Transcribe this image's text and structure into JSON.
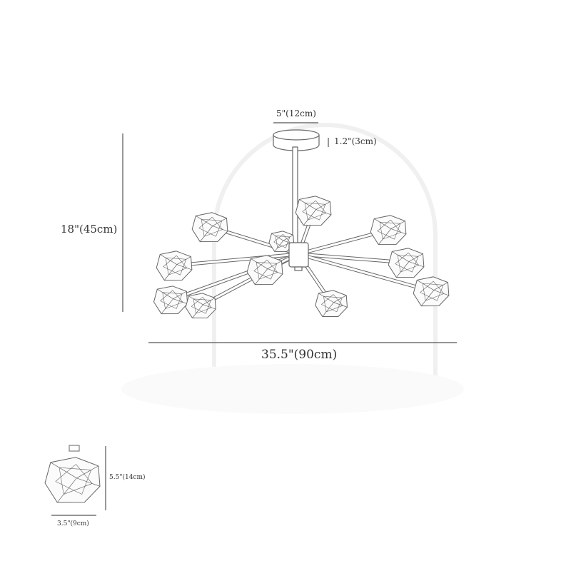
{
  "dimensions": {
    "height": "18\"(45cm)",
    "width": "35.5\"(90cm)",
    "canopy_diameter": "5\"(12cm)",
    "canopy_height": "1.2\"(3cm)"
  },
  "shade_detail": {
    "height": "5.5\"(14cm)",
    "width": "3.5\"(9cm)"
  },
  "colors": {
    "line": "#555555",
    "text": "#333333",
    "watermark": "#f2f2f2"
  }
}
